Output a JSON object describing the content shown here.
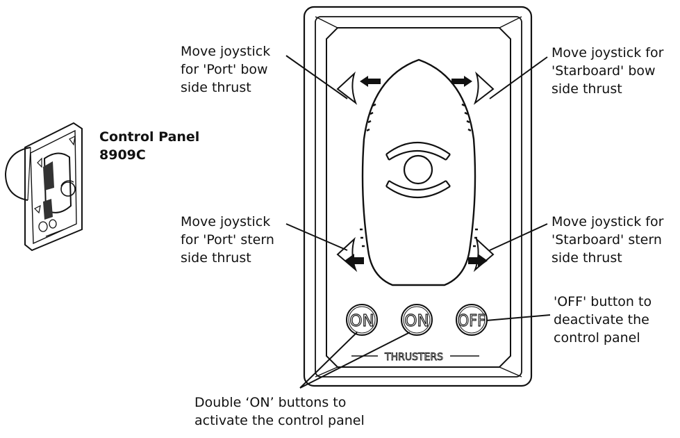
{
  "product": {
    "title_line1": "Control Panel",
    "title_line2": "8909C"
  },
  "panel": {
    "brand": "THRUSTERS",
    "buttons": [
      {
        "label": "ON"
      },
      {
        "label": "ON"
      },
      {
        "label": "OFF"
      }
    ]
  },
  "callouts": {
    "port_bow": "Move joystick\nfor 'Port' bow\nside thrust",
    "starboard_bow": "Move joystick for\n'Starboard' bow\nside thrust",
    "port_stern": "Move joystick\nfor 'Port' stern\nside thrust",
    "starboard_stern": "Move joystick for\n'Starboard' stern\nside thrust",
    "off_button": "'OFF' button to\ndeactivate the\ncontrol panel",
    "on_buttons": "Double ‘ON’ buttons to\nactivate the control panel"
  },
  "colors": {
    "line": "#111111",
    "background": "#ffffff"
  }
}
